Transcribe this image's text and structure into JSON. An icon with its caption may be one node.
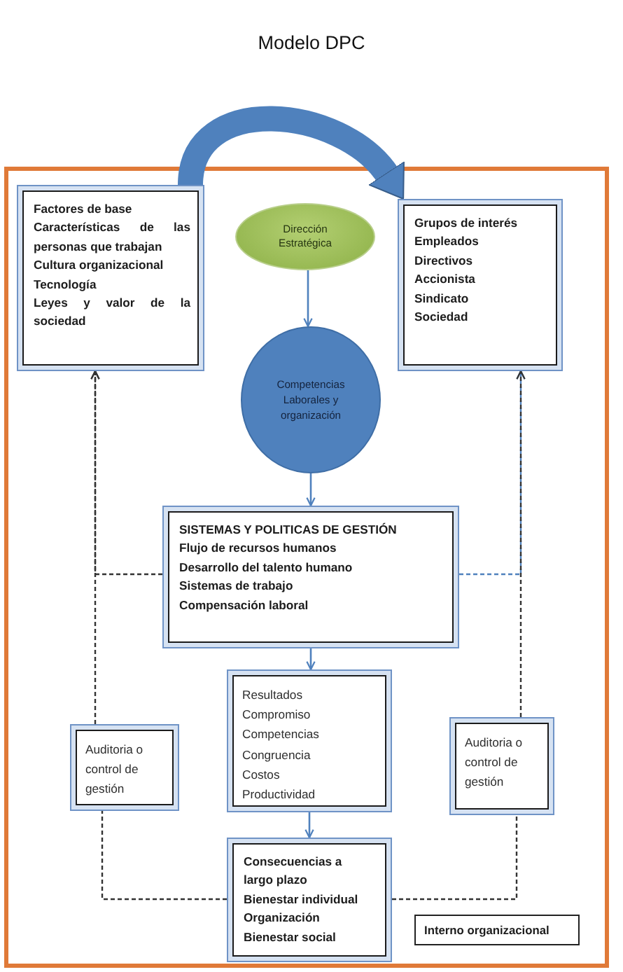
{
  "diagram": {
    "title": "Modelo DPC",
    "nodes": [
      {
        "text": [],
        "shape": "box"
      },
      {
        "text": [
          "Factores de base",
          "Características de las personas que trabajan",
          "Cultura organizacional",
          "Tecnología",
          "Leyes y valor de la sociedad"
        ],
        "in": 0
      },
      {
        "text": [
          "Dirección Estratégica"
        ],
        "in": 0
      },
      {
        "text": [
          "Grupos de interés",
          "Empleados",
          "Directivos",
          "Accionista",
          "Sindicato",
          "Sociedad"
        ],
        "in": 0
      },
      {
        "text": [
          "Competencias Laborales y organización"
        ],
        "in": 0
      },
      {
        "text": [
          "SISTEMAS Y POLITICAS DE GESTIÓN",
          "Flujo de recursos humanos",
          "Desarrollo del talento humano",
          "Sistemas de trabajo",
          "Compensación laboral"
        ],
        "in": 0
      },
      {
        "text": [
          "Auditoria o control de gestión"
        ],
        "in": 0
      },
      {
        "text": [
          "Resultados",
          "Compromiso",
          "Competencias",
          "Congruencia",
          "Costos",
          "Productividad"
        ],
        "in": 0
      },
      {
        "text": [
          "Auditoria o control de gestión"
        ],
        "in": 0
      },
      {
        "text": [
          "Consecuencias a largo plazo",
          "Bienestar individual",
          "Organización",
          "Bienestar social"
        ],
        "in": 0
      },
      {
        "text": [
          "Interno organizacional"
        ],
        "in": 0
      }
    ],
    "edges": [
      {
        "from": 1,
        "to": 3,
        "arrow": "to",
        "style": "thick"
      },
      {
        "from": 2,
        "to": 4,
        "arrow": "to"
      },
      {
        "from": 4,
        "to": 5,
        "arrow": "to"
      },
      {
        "from": 5,
        "to": 7,
        "arrow": "to"
      },
      {
        "from": 7,
        "to": 9,
        "arrow": "to"
      },
      {
        "from": 5,
        "to": 1,
        "arrow": "to",
        "style": "dashed",
        "color": "#333333"
      },
      {
        "from": 6,
        "to": 1,
        "arrow": "to",
        "style": "dashed",
        "color": "#333333"
      },
      {
        "from": 5,
        "to": 3,
        "arrow": "to",
        "style": "dashed"
      },
      {
        "from": 8,
        "to": 3,
        "arrow": "to",
        "style": "dashed",
        "color": "#333333"
      },
      {
        "from": 9,
        "to": 6,
        "arrow": "none",
        "style": "dashed",
        "color": "#333333"
      },
      {
        "from": 9,
        "to": 8,
        "arrow": "none",
        "style": "dashed",
        "color": "#333333"
      }
    ]
  }
}
